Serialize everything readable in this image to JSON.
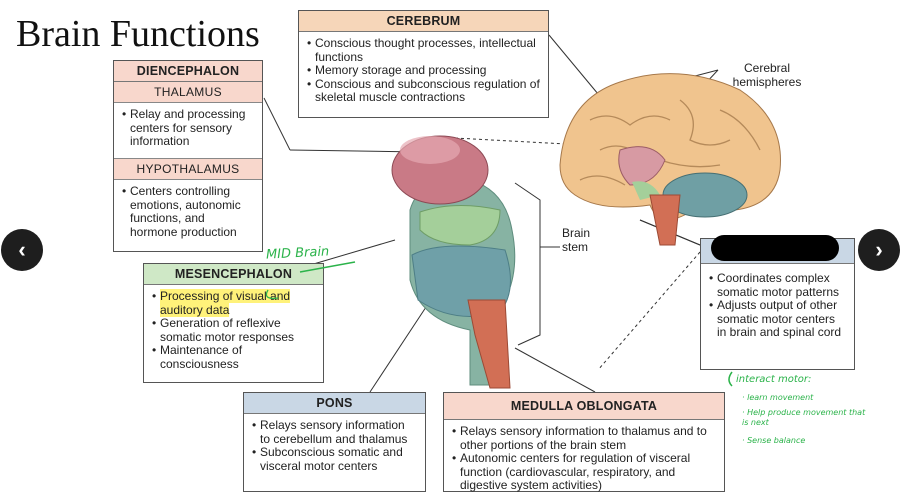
{
  "title": "Brain Functions",
  "diencephalon": {
    "header": "DIENCEPHALON",
    "thalamus": {
      "header": "THALAMUS",
      "items": [
        "Relay and processing centers for sensory information"
      ]
    },
    "hypothalamus": {
      "header": "HYPOTHALAMUS",
      "items": [
        "Centers controlling emotions, autonomic functions, and hormone production"
      ]
    }
  },
  "cerebrum": {
    "header": "CEREBRUM",
    "items": [
      "Conscious thought processes, intellectual functions",
      "Memory storage and processing",
      "Conscious and subconscious regulation of skeletal muscle contractions"
    ]
  },
  "mesencephalon": {
    "header": "MESENCEPHALON",
    "items_highlight": [
      "Processing of visual and auditory data"
    ],
    "items": [
      "Generation of reflexive somatic motor responses",
      "Maintenance of consciousness"
    ]
  },
  "pons": {
    "header": "PONS",
    "items": [
      "Relays sensory information to cerebellum and thalamus",
      "Subconscious somatic and visceral motor centers"
    ]
  },
  "medulla": {
    "header": "MEDULLA OBLONGATA",
    "items": [
      "Relays sensory information to thalamus and to other portions of the brain stem",
      "Autonomic centers for regulation of visceral function (cardiovascular, respiratory, and digestive system activities)"
    ]
  },
  "cerebellum": {
    "items": [
      "Coordinates complex somatic motor patterns",
      "Adjusts output of other somatic motor centers in brain and spinal cord"
    ]
  },
  "labels": {
    "cerebral_hemispheres": "Cerebral hemispheres",
    "brain_stem": "Brain stem"
  },
  "handwriting": {
    "mid_brain": "MID Brain",
    "note_title": "interact motor:",
    "note_items": [
      "learn movement",
      "Help produce movement that is next",
      "Sense balance"
    ]
  },
  "nav": {
    "prev": "‹",
    "next": "›"
  }
}
